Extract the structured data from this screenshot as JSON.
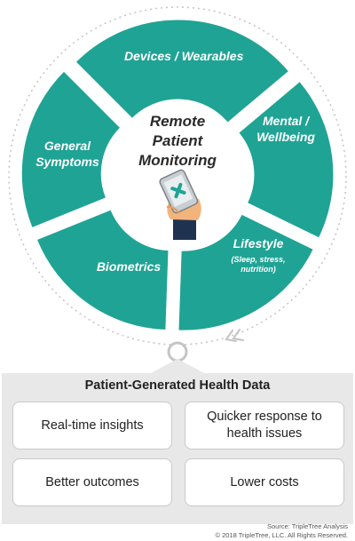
{
  "diagram": {
    "center_title": "Remote Patient Monitoring",
    "segments": [
      {
        "id": "devices",
        "label": "Devices / Wearables"
      },
      {
        "id": "mental",
        "label": "Mental / Wellbeing"
      },
      {
        "id": "lifestyle",
        "label": "Lifestyle",
        "sublabel": "(Sleep, stress, nutrition)"
      },
      {
        "id": "biometrics",
        "label": "Biometrics"
      },
      {
        "id": "symptoms",
        "label": "General Symptoms"
      }
    ],
    "center_icon": "hand-holding-phone-medical-icon",
    "colors": {
      "segment": "#1fa394",
      "segment_edge": "#ffffff",
      "icon_sleeve": "#1f3350",
      "icon_hand": "#f3b47b",
      "icon_cross": "#1fa394"
    }
  },
  "panel": {
    "title": "Patient-Generated Health Data",
    "cards": [
      "Real-time insights",
      "Quicker response to health issues",
      "Better outcomes",
      "Lower costs"
    ]
  },
  "footer": {
    "source": "Source: TripleTree Analysis",
    "copyright": "© 2018 TripleTree, LLC. All Rights Reserved."
  }
}
